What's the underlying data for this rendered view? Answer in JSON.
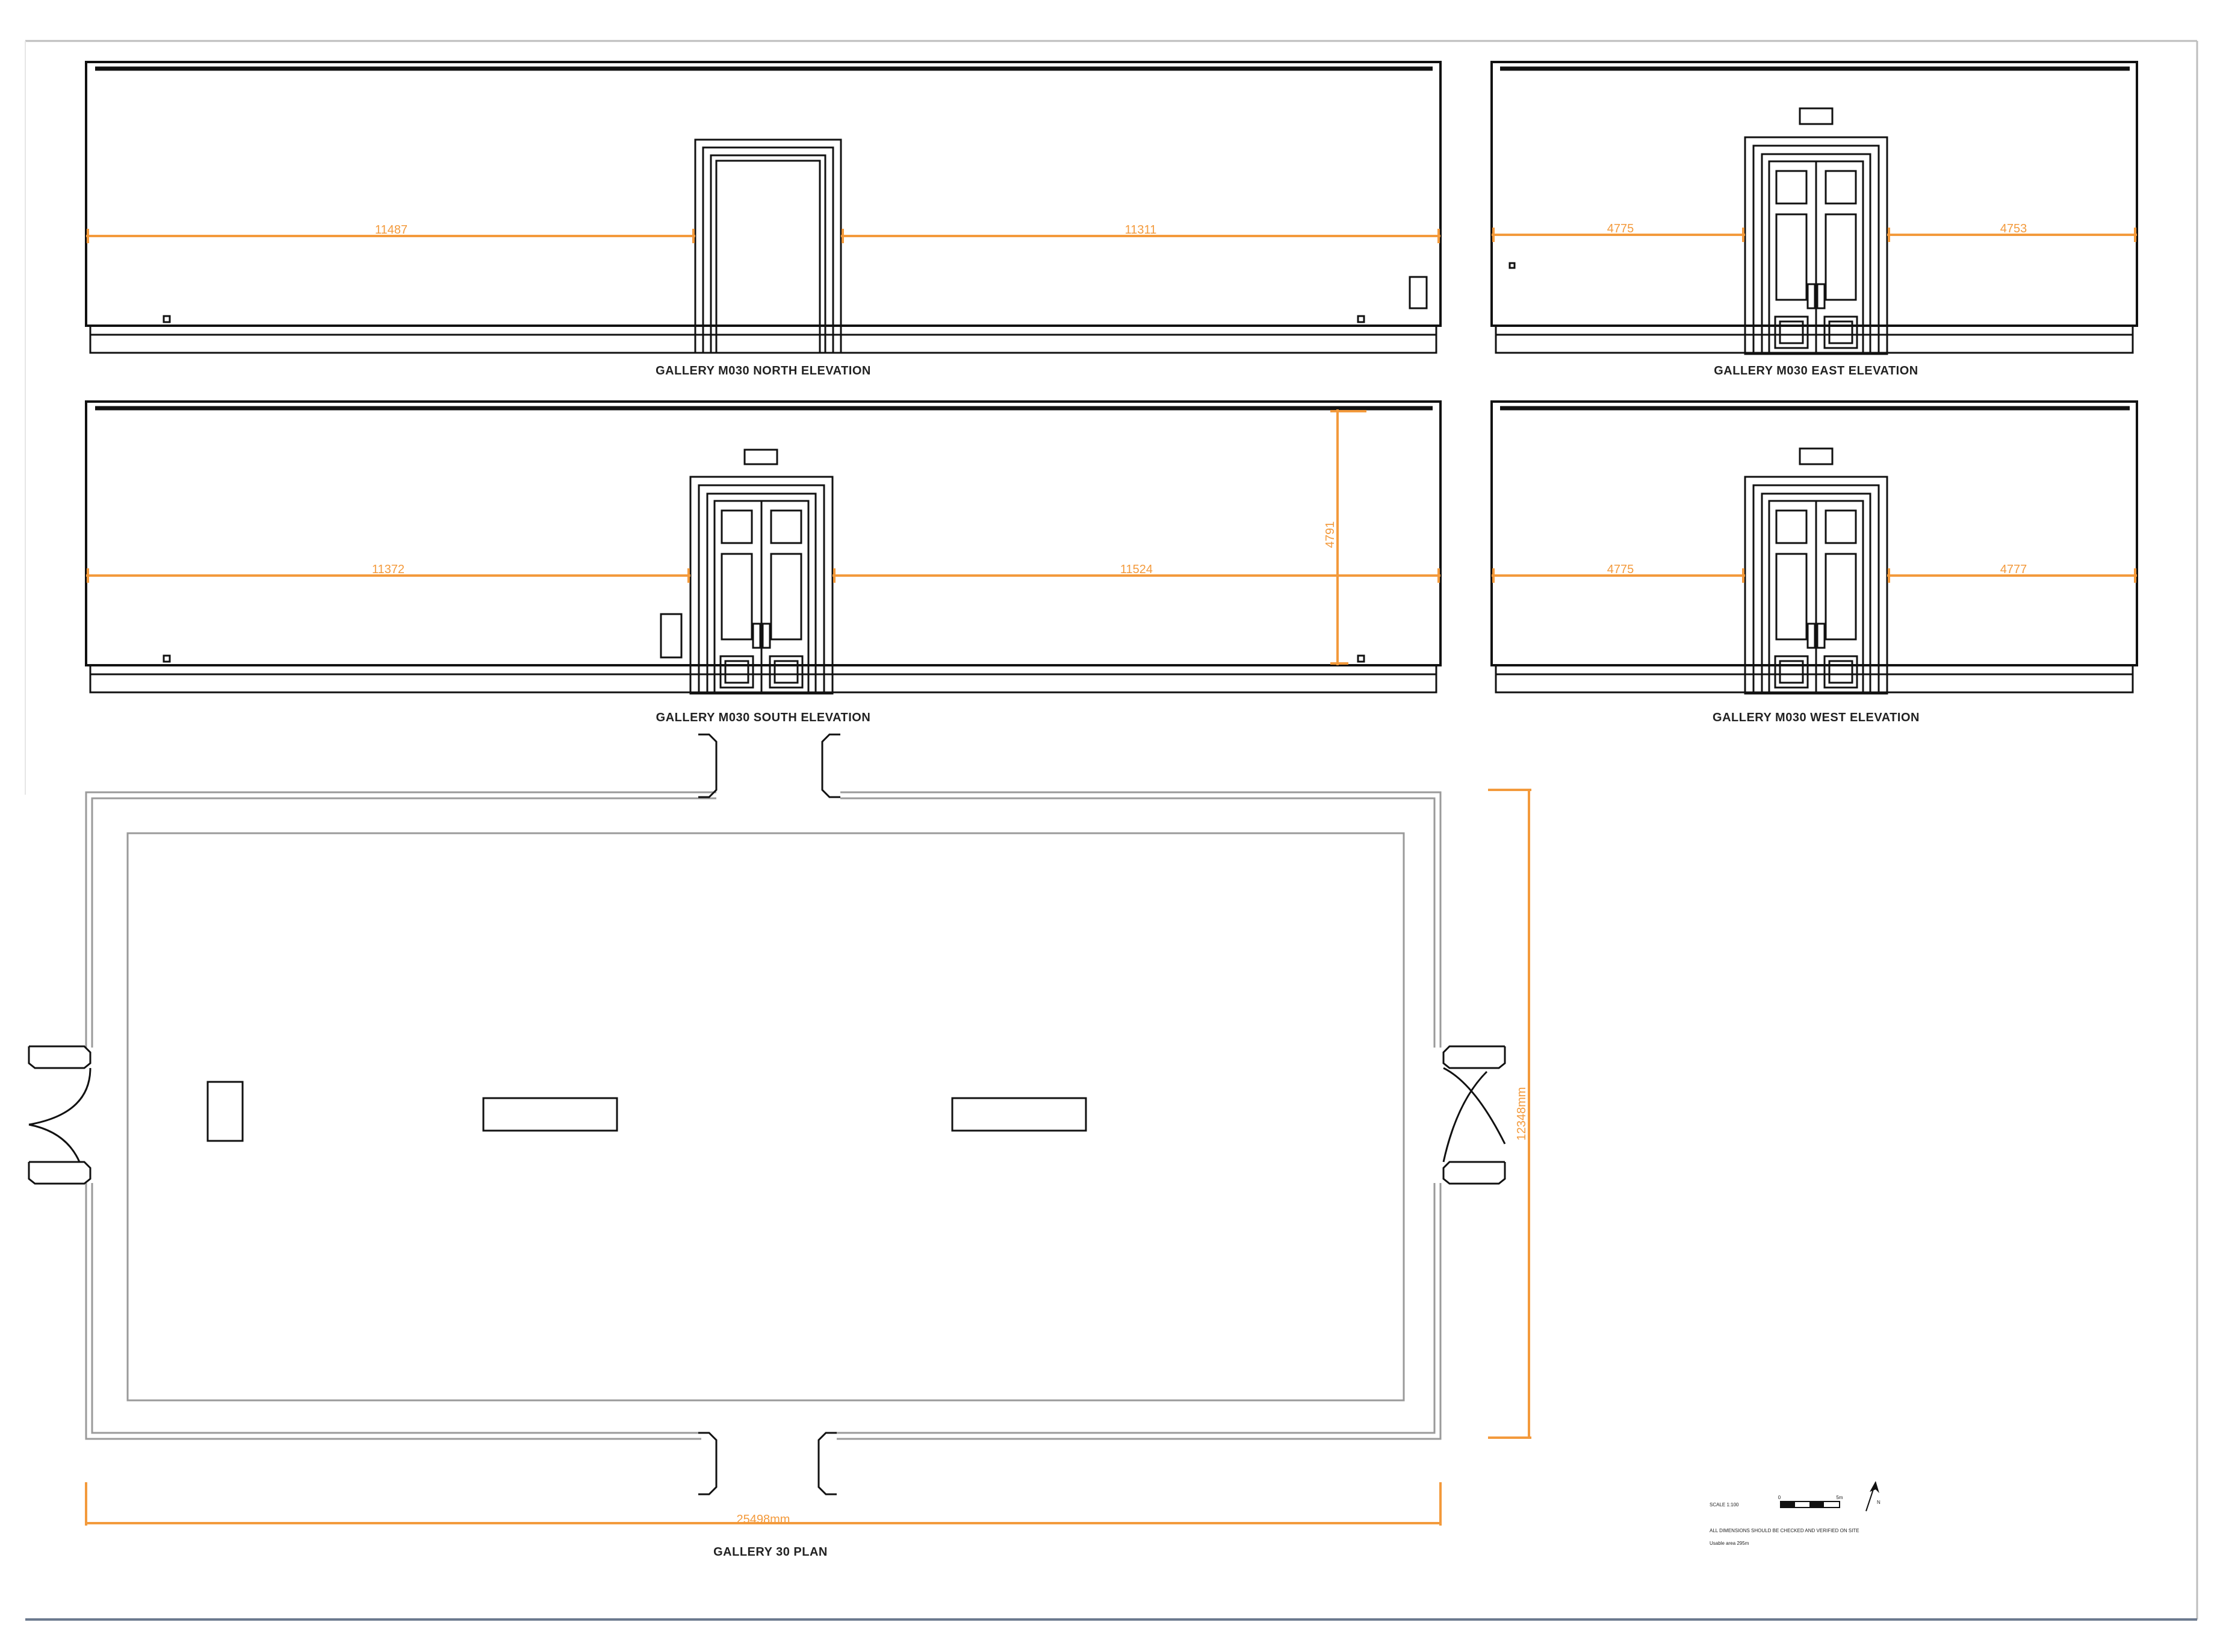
{
  "drawing": {
    "elevations": {
      "north": {
        "caption": "GALLERY M030 NORTH ELEVATION",
        "dim_left": "11487",
        "dim_right": "11311"
      },
      "east": {
        "caption": "GALLERY M030 EAST ELEVATION",
        "dim_left": "4775",
        "dim_right": "4753"
      },
      "south": {
        "caption": "GALLERY M030 SOUTH ELEVATION",
        "dim_left": "11372",
        "dim_right": "11524",
        "dim_height": "4791"
      },
      "west": {
        "caption": "GALLERY M030 WEST ELEVATION",
        "dim_left": "4775",
        "dim_right": "4777"
      }
    },
    "plan": {
      "caption": "GALLERY 30 PLAN",
      "dim_width": "25498mm",
      "dim_height": "12348mm"
    },
    "legend": {
      "scale": "SCALE 1:100",
      "scalebar_start": "0",
      "scalebar_end": "5m",
      "note": "ALL DIMENSIONS SHOULD BE CHECKED AND VERIFIED ON SITE",
      "area": "Usable area 295m"
    },
    "colors": {
      "dimension": "#f39a3c",
      "linework": "#111111"
    }
  }
}
